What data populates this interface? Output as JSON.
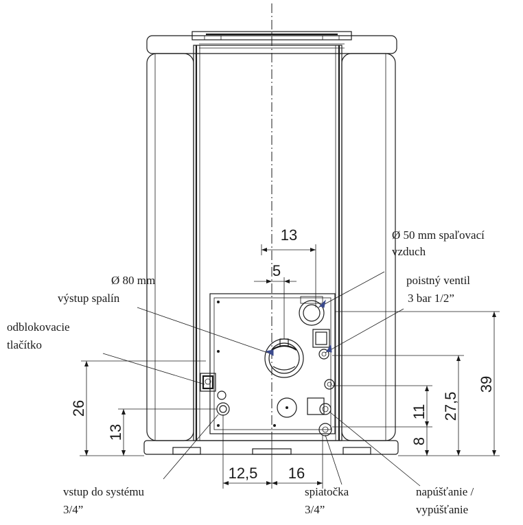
{
  "dimensions": {
    "d13_top": "13",
    "d5": "5",
    "d26": "26",
    "d13_left": "13",
    "d12_5": "12,5",
    "d16": "16",
    "d39": "39",
    "d27_5": "27,5",
    "d11": "11",
    "d8": "8"
  },
  "labels": {
    "air_intake_line1": "Ø 50 mm spaľovací",
    "air_intake_line2": "vzduch",
    "flue_line1": "Ø 80 mm",
    "flue_line2": "výstup spalín",
    "safety_valve_line1": "poistný ventil",
    "safety_valve_line2": "3 bar 1/2”",
    "reset_line1": "odblokovacie",
    "reset_line2": "tlačítko",
    "inlet_line1": "vstup do systému",
    "inlet_line2": "3/4”",
    "return_line1": "spiatočka",
    "return_line2": "3/4”",
    "fill_line1": "napúšťanie /",
    "fill_line2": "vypúšťanie"
  },
  "colors": {
    "ink": "#1a1a1a",
    "accent": "#3b4a8c"
  }
}
